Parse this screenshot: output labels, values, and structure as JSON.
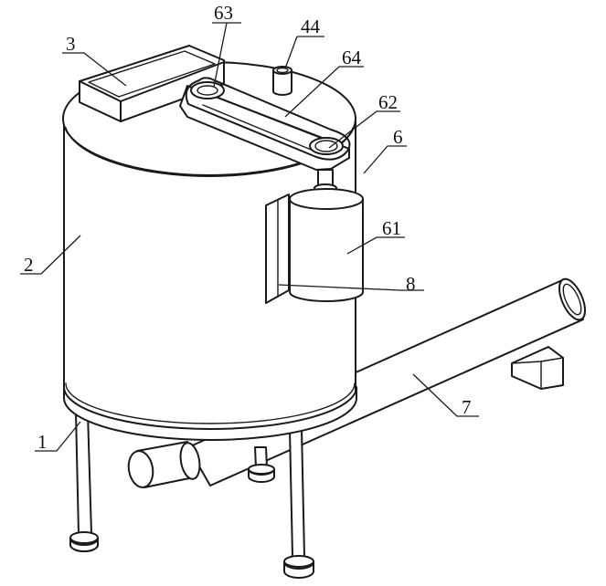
{
  "labels": {
    "l63": "63",
    "l44": "44",
    "l3": "3",
    "l64": "64",
    "l62": "62",
    "l6": "6",
    "l61": "61",
    "l2": "2",
    "l8": "8",
    "l7": "7",
    "l1": "1"
  }
}
